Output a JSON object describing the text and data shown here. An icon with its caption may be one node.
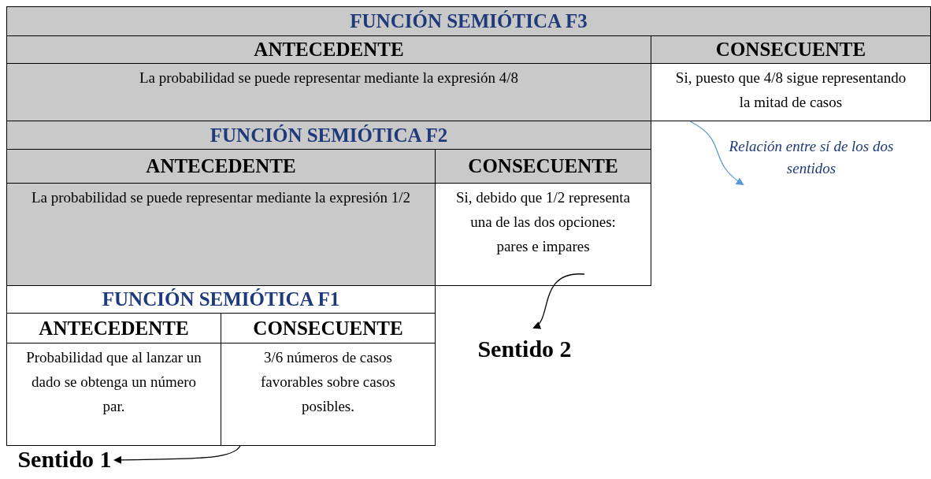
{
  "diagram": {
    "nodes": [
      {
        "text": [
          "FUNCIÓN SEMIÓTICA F3"
        ]
      },
      {
        "text": [
          "ANTECEDENTE"
        ]
      },
      {
        "text": [
          "CONSECUENTE"
        ]
      },
      {
        "text": [
          "La probabilidad se puede representar mediante la expresión 4/8"
        ]
      },
      {
        "text": [
          "Si, puesto que 4/8 sigue representando la mitad de casos"
        ]
      },
      {
        "text": [
          "FUNCIÓN SEMIÓTICA F2"
        ]
      },
      {
        "text": [
          "ANTECEDENTE"
        ]
      },
      {
        "text": [
          "CONSECUENTE"
        ]
      },
      {
        "text": [
          "La probabilidad se puede representar mediante la expresión 1/2"
        ]
      },
      {
        "text": [
          "Si, debido que 1/2 representa una de las dos opciones: pares e impares"
        ]
      },
      {
        "text": [
          "FUNCIÓN SEMIÓTICA F1"
        ]
      },
      {
        "text": [
          "ANTECEDENTE"
        ]
      },
      {
        "text": [
          "CONSECUENTE"
        ]
      },
      {
        "text": [
          "Probabilidad que al lanzar un dado se obtenga un número par."
        ]
      },
      {
        "text": [
          "3/6 números de casos favorables sobre casos posibles."
        ]
      },
      {
        "text": [
          "Sentido 1"
        ]
      },
      {
        "text": [
          "Sentido 2"
        ]
      },
      {
        "text": [
          "Relación entre sí de los dos sentidos"
        ]
      }
    ],
    "edges": [
      {
        "from": 14,
        "to": 15,
        "arrow": "to"
      },
      {
        "from": 9,
        "to": 16,
        "arrow": "to"
      },
      {
        "from": 4,
        "to": 17,
        "arrow": "to",
        "color": "#5b9bd5"
      }
    ]
  }
}
